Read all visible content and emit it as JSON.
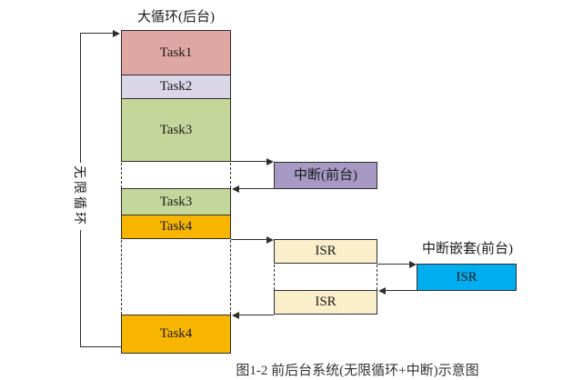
{
  "diagram": {
    "title": "大循环(后台)",
    "loop_label": "无限循环",
    "main_column": {
      "task1": "Task1",
      "task2": "Task2",
      "task3": "Task3",
      "task3_resumed": "Task3",
      "task4": "Task4",
      "task4_resumed": "Task4"
    },
    "interrupt": {
      "label": "中断(前台)"
    },
    "isr": {
      "first": "ISR",
      "second": "ISR"
    },
    "nested_interrupt": {
      "label": "中断嵌套(前台)",
      "isr": "ISR"
    },
    "caption_clipped": "图1-2 前后台系统(无限循环+中断)示意图",
    "colors": {
      "task1": "#DEA7A3",
      "task2": "#DBD5E8",
      "task3": "#C5D69B",
      "task4": "#F7B500",
      "interrupt": "#A799C3",
      "isr": "#FAEECB",
      "nested_isr": "#00AEEF",
      "line": "#2E2E2E"
    }
  }
}
